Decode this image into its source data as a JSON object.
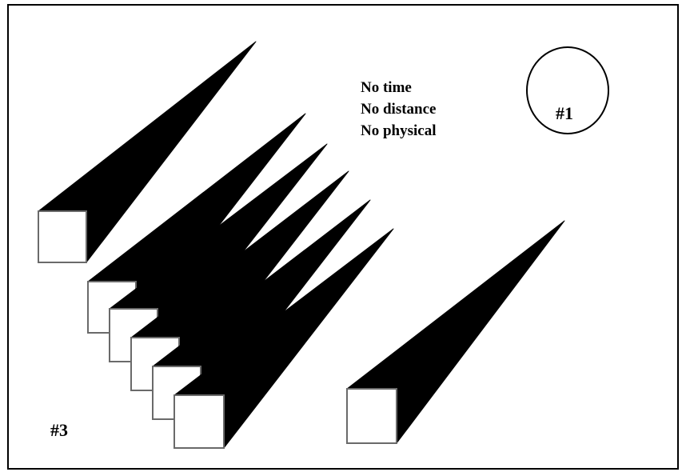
{
  "notes": {
    "line1": "No time",
    "line2": "No distance",
    "line3": "No physical"
  },
  "markers": {
    "first": "#1",
    "third": "#3"
  },
  "colors": {
    "ink": "#000000",
    "paper": "#ffffff",
    "box_edge": "#6a6a6a"
  }
}
